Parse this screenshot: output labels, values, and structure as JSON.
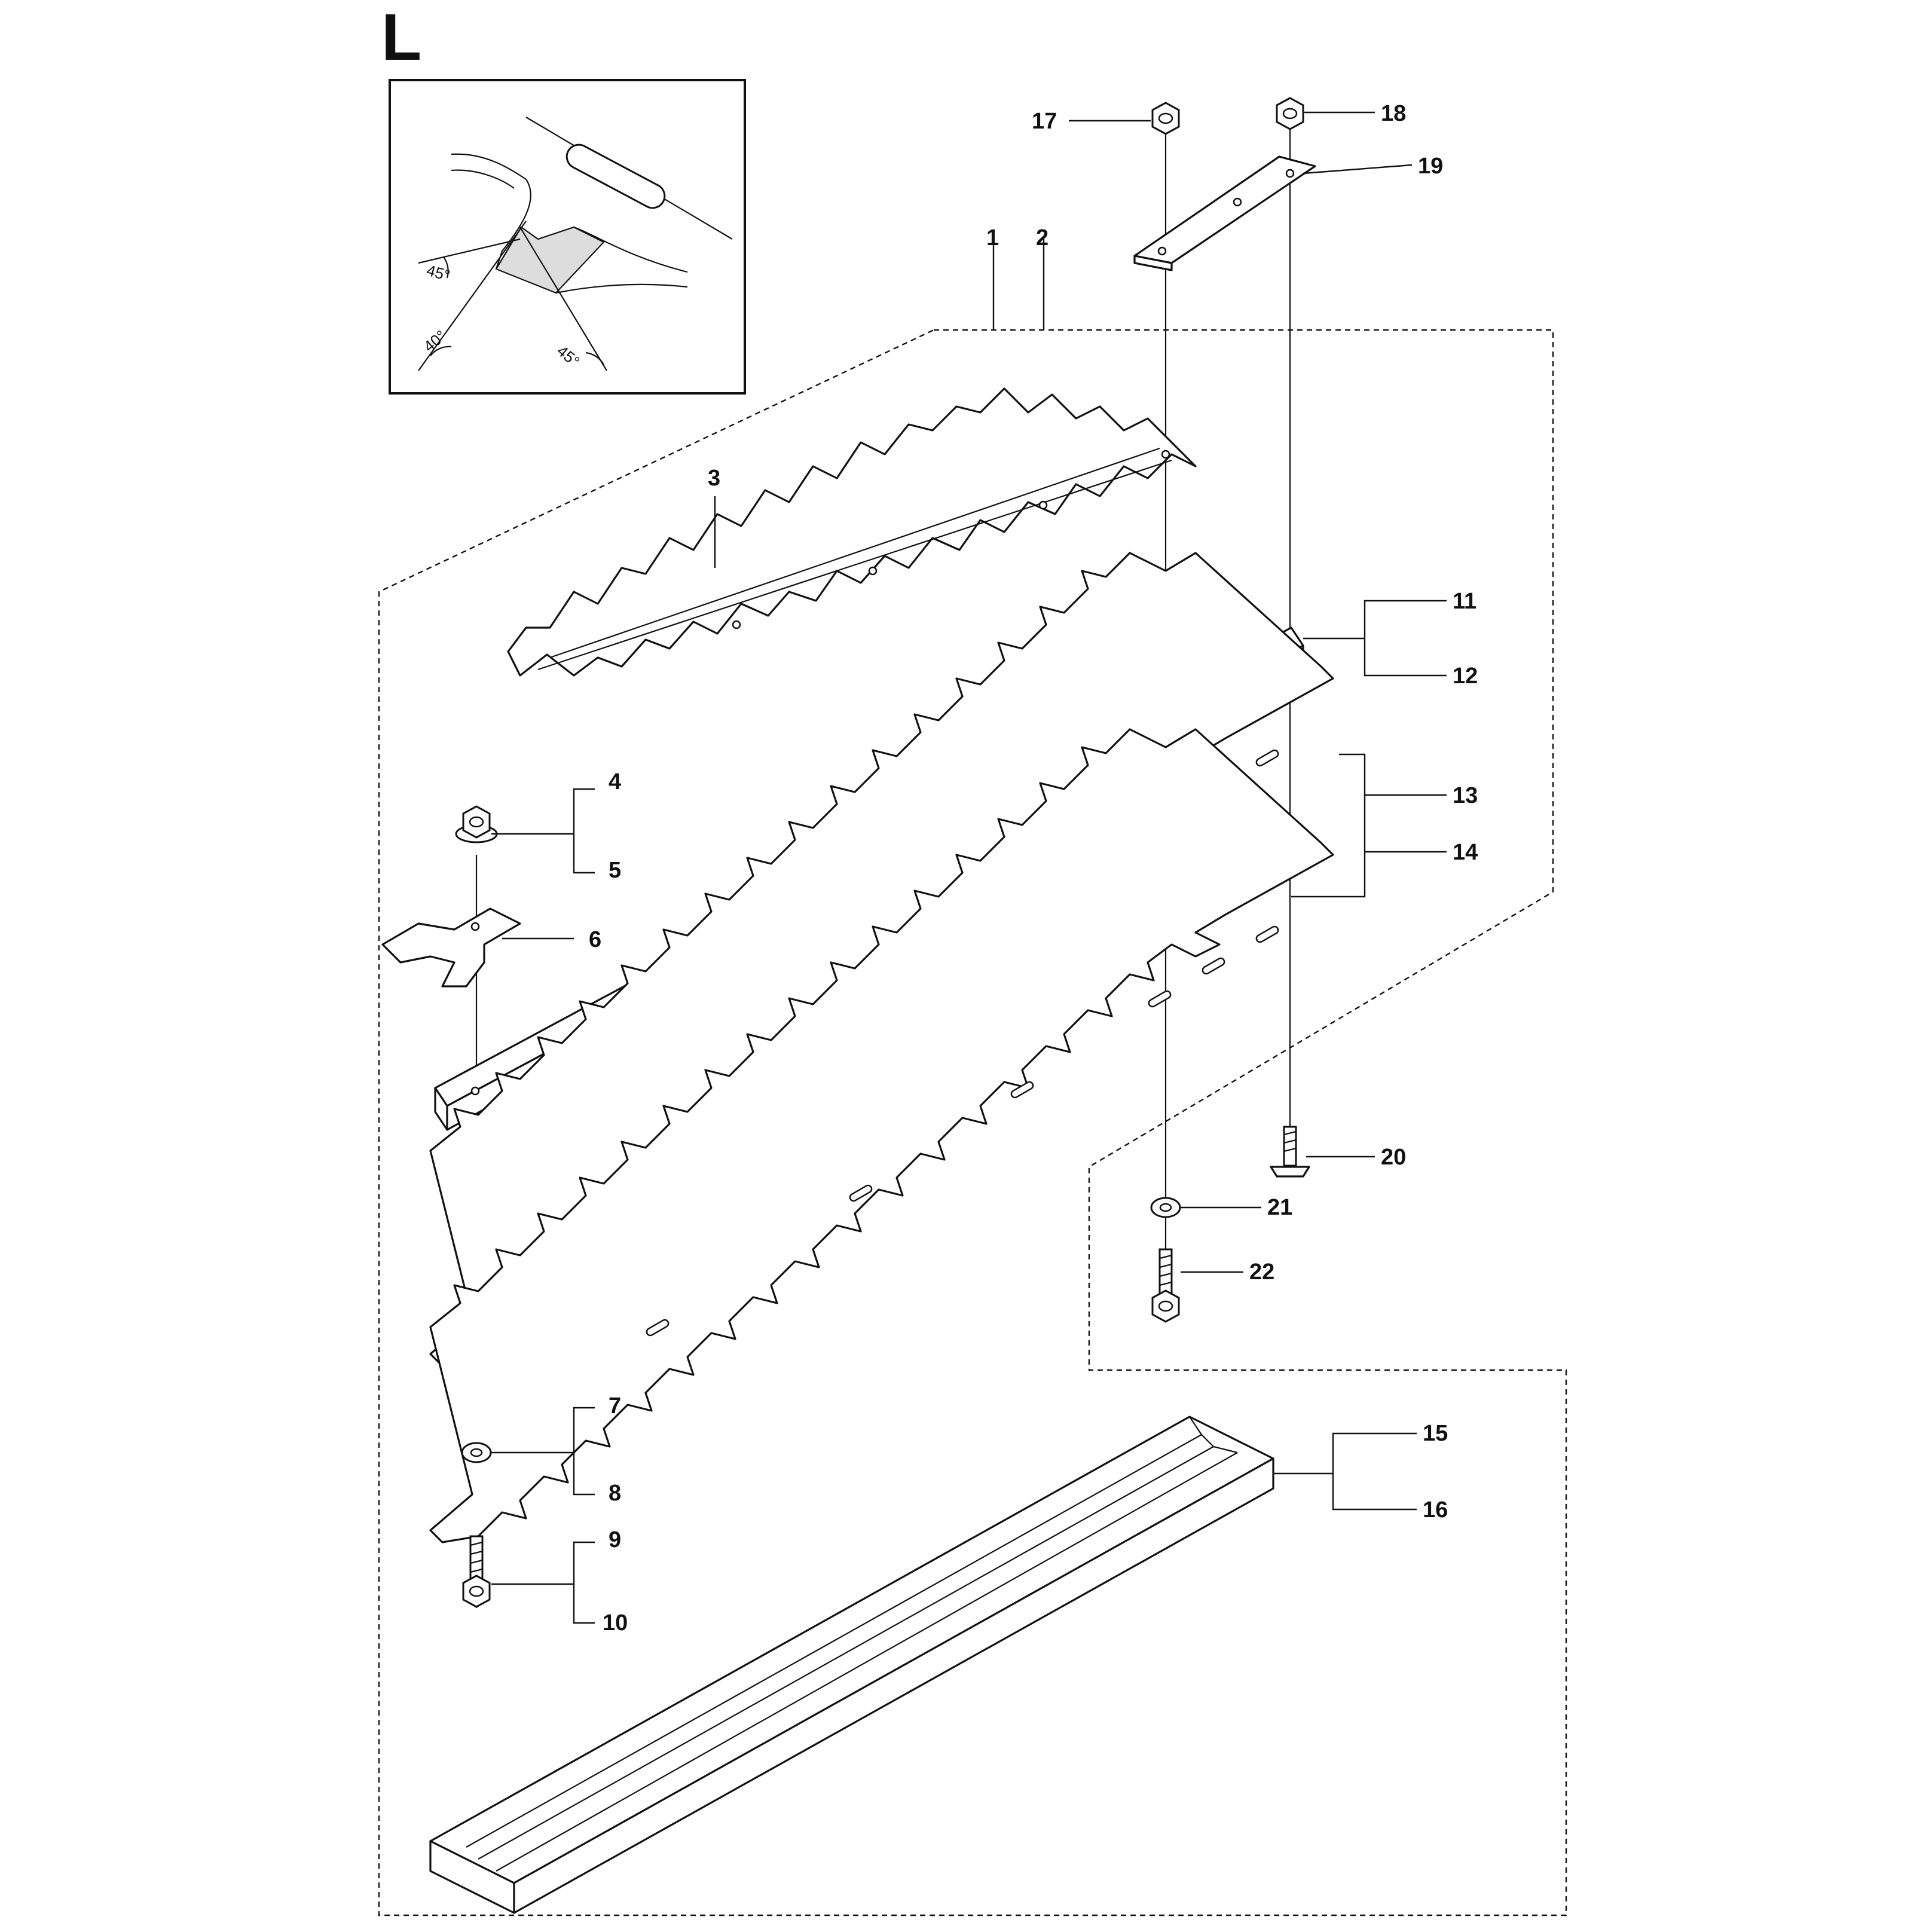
{
  "section_letter": "L",
  "detail_inset": {
    "angles": [
      "45°",
      "40°",
      "45°"
    ]
  },
  "callouts": {
    "c1": "1",
    "c2": "2",
    "c3": "3",
    "c4": "4",
    "c5": "5",
    "c6": "6",
    "c7": "7",
    "c8": "8",
    "c9": "9",
    "c10": "10",
    "c11": "11",
    "c12": "12",
    "c13": "13",
    "c14": "14",
    "c15": "15",
    "c16": "16",
    "c17": "17",
    "c18": "18",
    "c19": "19",
    "c20": "20",
    "c21": "21",
    "c22": "22"
  },
  "icons": {
    "nut": "hex-nut-icon",
    "washer": "washer-icon",
    "bolt": "hex-bolt-icon",
    "screw": "countersunk-screw-icon"
  }
}
